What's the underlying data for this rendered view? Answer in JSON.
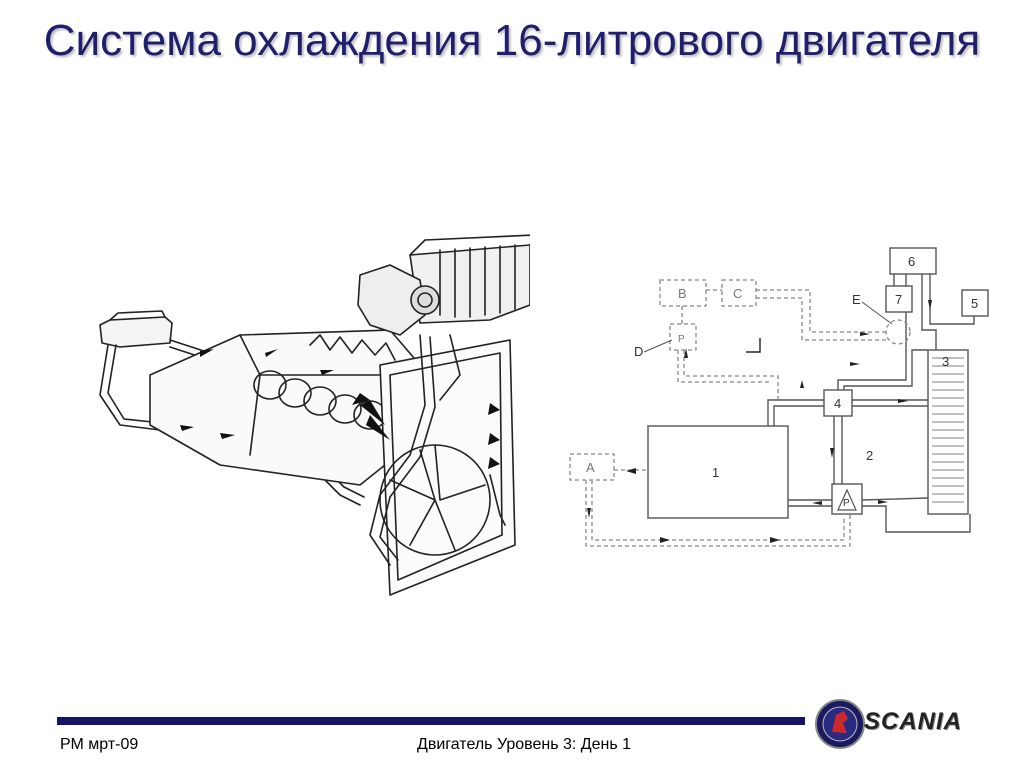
{
  "title": "Система охлаждения 16-литрового двигателя",
  "schematic": {
    "labels": {
      "A": "A",
      "B": "B",
      "C": "C",
      "D": "D",
      "E": "E",
      "n1": "1",
      "n2": "2",
      "n3": "3",
      "n4": "4",
      "n5": "5",
      "n6": "6",
      "n7": "7",
      "valve_p": "P"
    }
  },
  "footer": {
    "left": "РМ мрт-09",
    "center": "Двигатель Уровень 3: День 1",
    "brand": "SCANIA"
  },
  "colors": {
    "title": "#1f1f6e",
    "bar": "#141466",
    "line": "#555555"
  }
}
